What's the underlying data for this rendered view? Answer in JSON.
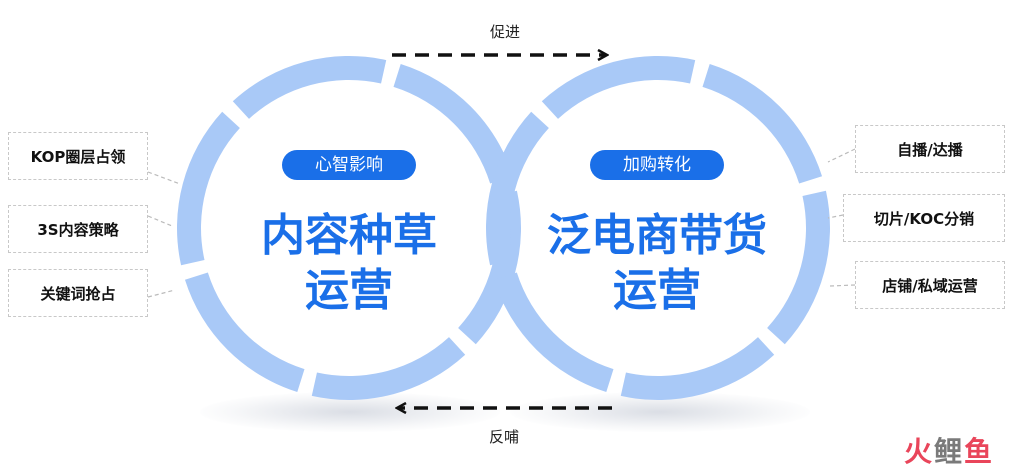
{
  "flow": {
    "top_label": "促进",
    "bottom_label": "反哺"
  },
  "left_circle": {
    "pill": "心智影响",
    "title_line1": "内容种草",
    "title_line2": "运营",
    "items": [
      "KOP圈层占领",
      "3S内容策略",
      "关键词抢占"
    ]
  },
  "right_circle": {
    "pill": "加购转化",
    "title_line1": "泛电商带货",
    "title_line2": "运营",
    "items": [
      "自播/达播",
      "切片/KOC分销",
      "店铺/私域运营"
    ]
  },
  "logo": {
    "char1": "火",
    "char2": "鲤",
    "char3": "鱼"
  },
  "colors": {
    "ring": "#a9c9f7",
    "accent": "#1a6fe8",
    "arrow": "#111111",
    "logo_red": "#e9455a"
  }
}
